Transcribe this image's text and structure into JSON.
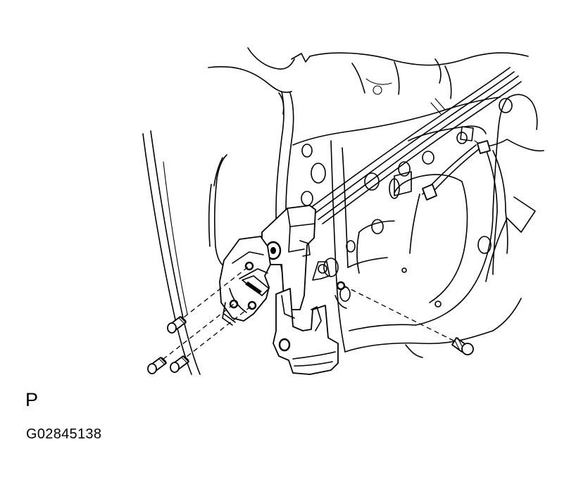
{
  "figure": {
    "panel_label": "P",
    "code": "G02845138"
  },
  "illustration": {
    "subject": "door-lock-assembly",
    "line_color": "#000000",
    "background_color": "#ffffff",
    "screw_count": 4
  }
}
